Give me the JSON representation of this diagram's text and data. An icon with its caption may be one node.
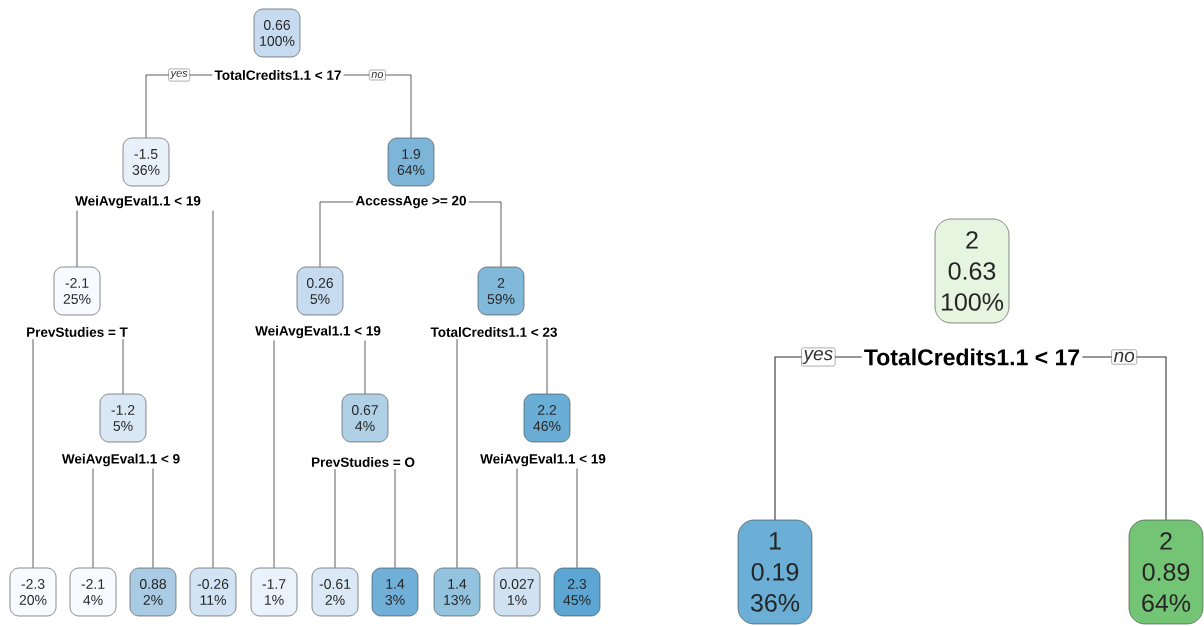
{
  "diagram": {
    "nodes": [
      {
        "text": [
          "0.66",
          "100%"
        ],
        "beside": [
          "TotalCredits1.1 < 17"
        ]
      },
      {
        "text": [
          "-1.5",
          "36%"
        ],
        "beside": [
          "WeiAvgEval1.1 < 19"
        ]
      },
      {
        "text": [
          "-2.1",
          "25%"
        ],
        "beside": [
          "PrevStudies = T"
        ]
      },
      {
        "text": [
          "-2.3",
          "20%"
        ]
      },
      {
        "text": [
          "-1.2",
          "5%"
        ],
        "beside": [
          "WeiAvgEval1.1 < 9"
        ]
      },
      {
        "text": [
          "-2.1",
          "4%"
        ]
      },
      {
        "text": [
          "0.88",
          "2%"
        ]
      },
      {
        "text": [
          "-0.26",
          "11%"
        ]
      },
      {
        "text": [
          "1.9",
          "64%"
        ],
        "beside": [
          "AccessAge >= 20"
        ]
      },
      {
        "text": [
          "0.26",
          "5%"
        ],
        "beside": [
          "WeiAvgEval1.1 < 19"
        ]
      },
      {
        "text": [
          "-1.7",
          "1%"
        ]
      },
      {
        "text": [
          "0.67",
          "4%"
        ],
        "beside": [
          "PrevStudies = O"
        ]
      },
      {
        "text": [
          "-0.61",
          "2%"
        ]
      },
      {
        "text": [
          "1.4",
          "3%"
        ]
      },
      {
        "text": [
          "2",
          "59%"
        ],
        "beside": [
          "TotalCredits1.1 < 23"
        ]
      },
      {
        "text": [
          "1.4",
          "13%"
        ]
      },
      {
        "text": [
          "2.2",
          "46%"
        ],
        "beside": [
          "WeiAvgEval1.1 < 19"
        ]
      },
      {
        "text": [
          "0.027",
          "1%"
        ]
      },
      {
        "text": [
          "2.3",
          "45%"
        ]
      },
      {
        "text": [
          "2",
          "0.63",
          "100%"
        ],
        "beside": [
          "TotalCredits1.1 < 17"
        ]
      },
      {
        "text": [
          "1",
          "0.19",
          "36%"
        ]
      },
      {
        "text": [
          "2",
          "0.89",
          "64%"
        ]
      }
    ],
    "edges": [
      {
        "from": 0,
        "to": 1,
        "arrow": "none",
        "label": "yes"
      },
      {
        "from": 0,
        "to": 8,
        "arrow": "none",
        "label": "no"
      },
      {
        "from": 1,
        "to": 2,
        "arrow": "none"
      },
      {
        "from": 1,
        "to": 7,
        "arrow": "none"
      },
      {
        "from": 2,
        "to": 3,
        "arrow": "none"
      },
      {
        "from": 2,
        "to": 4,
        "arrow": "none"
      },
      {
        "from": 4,
        "to": 5,
        "arrow": "none"
      },
      {
        "from": 4,
        "to": 6,
        "arrow": "none"
      },
      {
        "from": 8,
        "to": 9,
        "arrow": "none"
      },
      {
        "from": 8,
        "to": 14,
        "arrow": "none"
      },
      {
        "from": 9,
        "to": 10,
        "arrow": "none"
      },
      {
        "from": 9,
        "to": 11,
        "arrow": "none"
      },
      {
        "from": 11,
        "to": 12,
        "arrow": "none"
      },
      {
        "from": 11,
        "to": 13,
        "arrow": "none"
      },
      {
        "from": 14,
        "to": 15,
        "arrow": "none"
      },
      {
        "from": 14,
        "to": 16,
        "arrow": "none"
      },
      {
        "from": 16,
        "to": 17,
        "arrow": "none"
      },
      {
        "from": 16,
        "to": 18,
        "arrow": "none"
      },
      {
        "from": 19,
        "to": 20,
        "arrow": "none",
        "label": "yes"
      },
      {
        "from": 19,
        "to": 21,
        "arrow": "none",
        "label": "no"
      }
    ]
  }
}
